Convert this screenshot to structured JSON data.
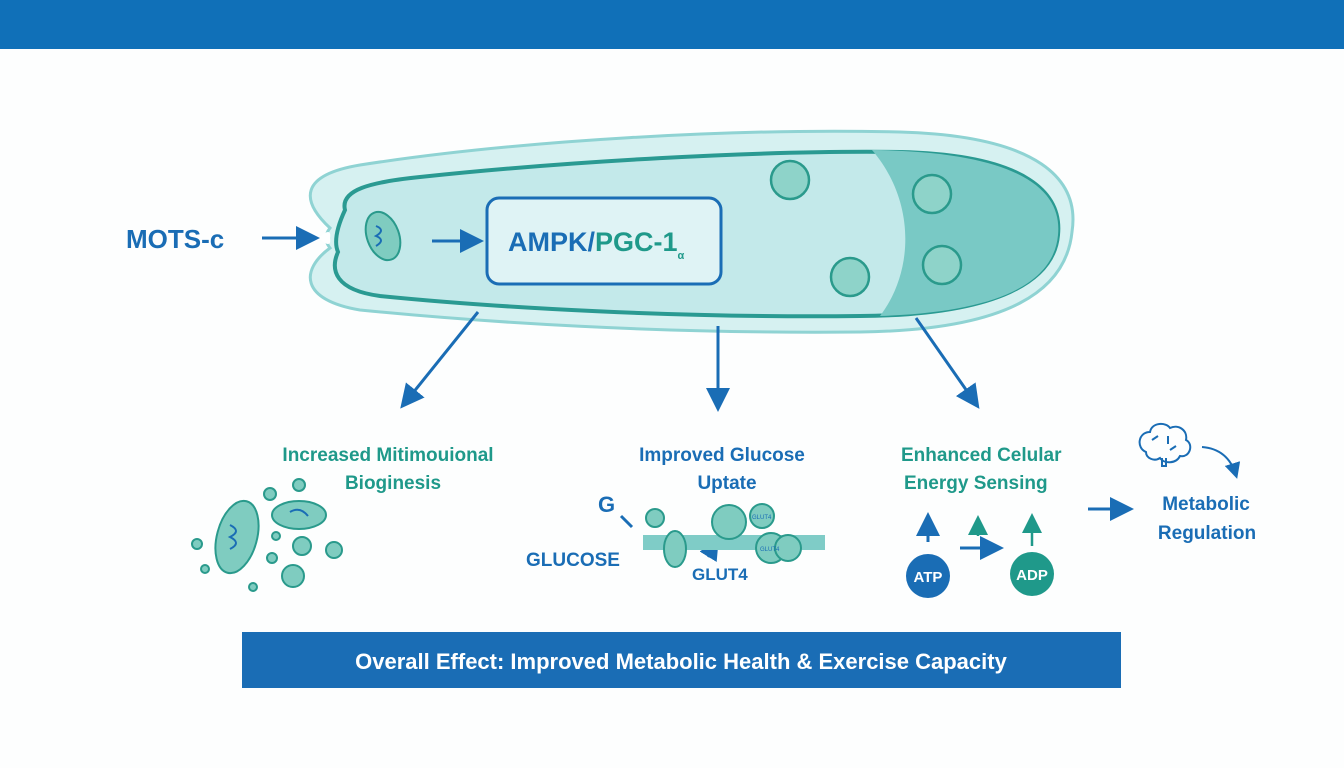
{
  "header": {
    "color": "#1070b8"
  },
  "input": {
    "label": "MOTS-c"
  },
  "pathway": {
    "label_a": "AMPK/",
    "label_b": "PGC-1",
    "label_sub": "α"
  },
  "effects": [
    {
      "line1": "Increased Mitimouional",
      "line2": "Bioginesis"
    },
    {
      "line1": "Improved Glucose",
      "line2": "Uptate",
      "g_label": "G",
      "glucose_label": "GLUCOSE",
      "glut_label": "GLUT4",
      "glut_small_1": "GLUT4",
      "glut_small_2": "GLUT4"
    },
    {
      "line1": "Enhanced Celular",
      "line2": "Energy Sensing",
      "atp": "ATP",
      "adp": "ADP"
    }
  ],
  "outcome": {
    "line1": "Metabolic",
    "line2": "Regulation"
  },
  "banner": {
    "text": "Overall Effect: Improved Metabolic Health & Exercise Capacity"
  },
  "colors": {
    "blue": "#1a6db5",
    "teal": "#1f998a",
    "cell": "#c8ecec"
  }
}
